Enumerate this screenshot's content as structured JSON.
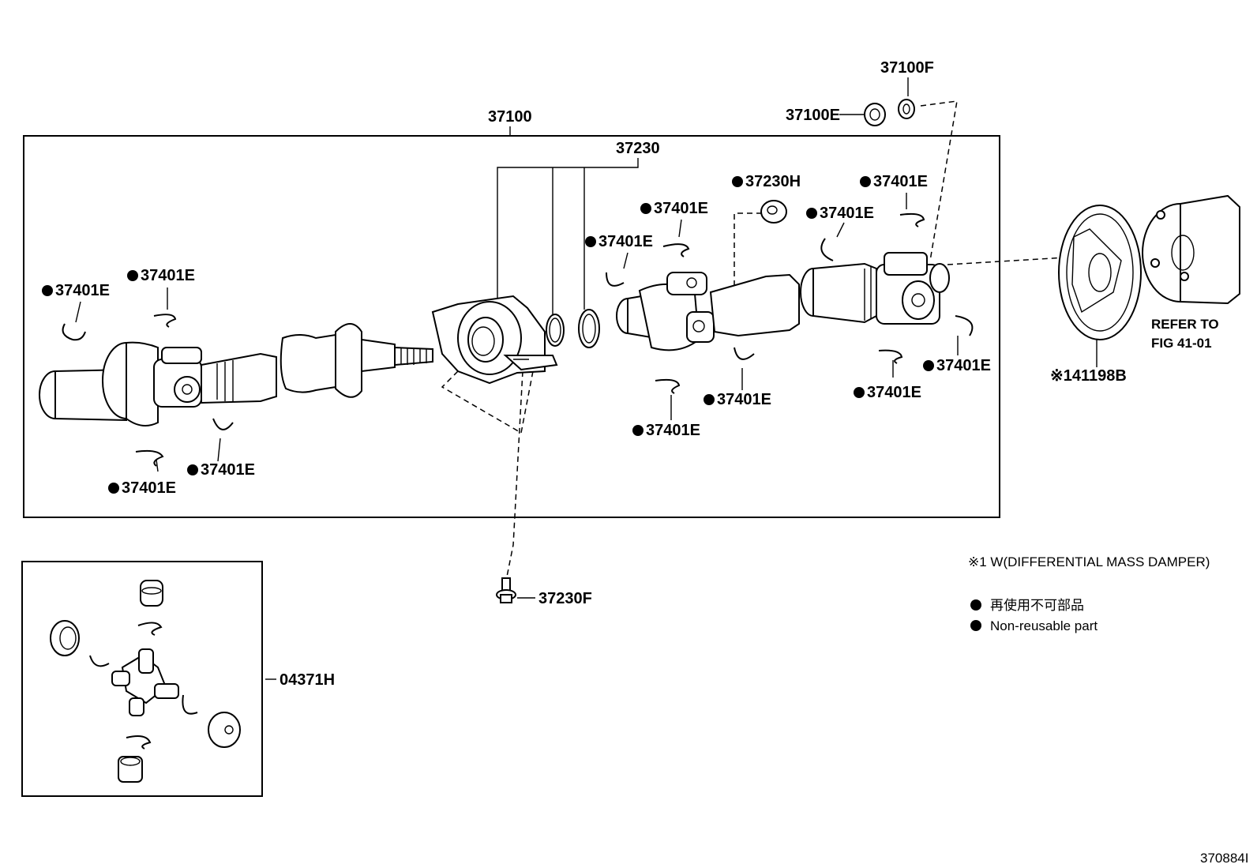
{
  "parts": {
    "p37100": "37100",
    "p37100F": "37100F",
    "p37100E": "37100E",
    "p37230": "37230",
    "p37230H": "37230H",
    "p37230F": "37230F",
    "p37401E": "37401E",
    "p04371H": "04371H",
    "p41198B": "※141198B"
  },
  "refer": {
    "line1": "REFER TO",
    "line2": "FIG 41-01"
  },
  "notes": {
    "damper": "※1 W(DIFFERENTIAL MASS DAMPER)",
    "legend_jp": "再使用不可部品",
    "legend_en": "Non-reusable part"
  },
  "figure_id": "370884I"
}
